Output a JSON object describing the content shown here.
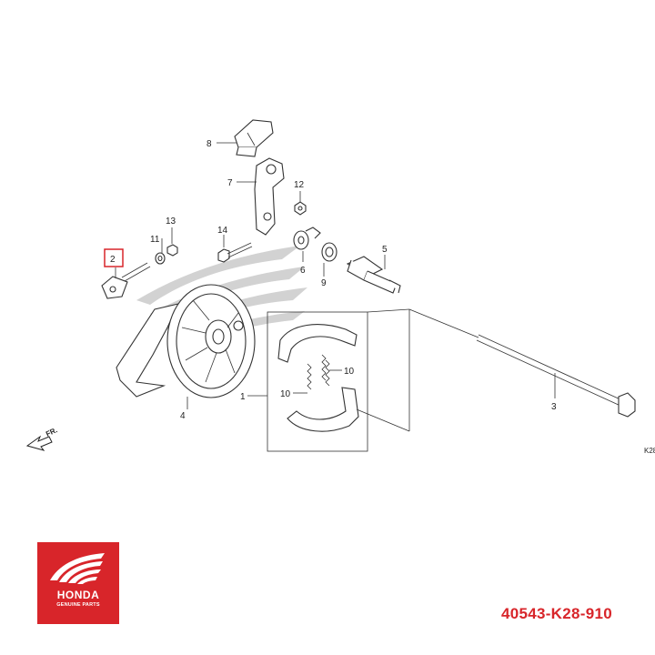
{
  "labels": {
    "l1": "1",
    "l2": "2",
    "l3": "3",
    "l4": "4",
    "l5": "5",
    "l6": "6",
    "l7": "7",
    "l8": "8",
    "l9": "9",
    "l10a": "10",
    "l10b": "10",
    "l11": "11",
    "l12": "12",
    "l13": "13",
    "l14": "14",
    "front": "FR.",
    "ref": "K28"
  },
  "highlight_color": "#d8252a",
  "logo": {
    "text": "HONDA",
    "subtext": "GENUINE PARTS"
  },
  "part_number": "40543-K28-910"
}
